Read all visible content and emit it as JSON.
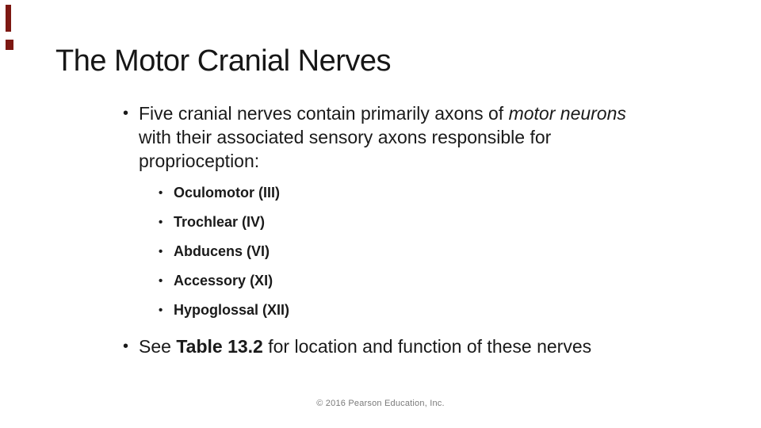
{
  "slide": {
    "accent_color": "#7D1812",
    "bullet_char": "•",
    "title": "The Motor Cranial Nerves",
    "bullets": [
      {
        "segments": [
          {
            "text": "Five cranial nerves contain primarily axons of ",
            "style": "normal"
          },
          {
            "text": "motor neurons",
            "style": "italic"
          },
          {
            "text": " with their associated sensory axons responsible for proprioception:",
            "style": "normal"
          }
        ]
      },
      {
        "segments": [
          {
            "text": "See ",
            "style": "normal"
          },
          {
            "text": "Table 13.2",
            "style": "bold"
          },
          {
            "text": " for location and function of these nerves",
            "style": "normal"
          }
        ]
      }
    ],
    "sub_bullets": [
      "Oculomotor (III)",
      "Trochlear (IV)",
      "Abducens (VI)",
      "Accessory (XI)",
      "Hypoglossal (XII)"
    ],
    "footer": "© 2016 Pearson Education, Inc."
  }
}
